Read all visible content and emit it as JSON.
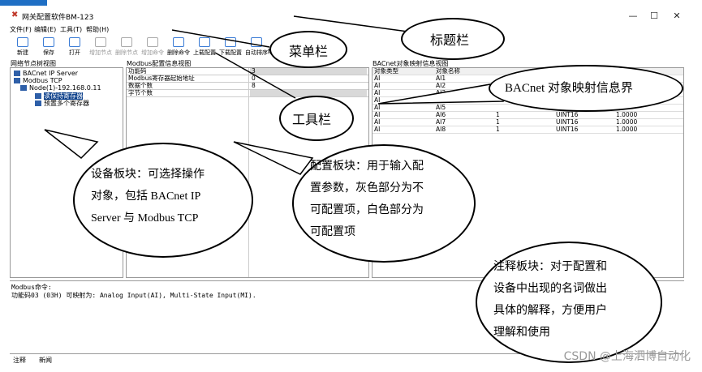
{
  "window": {
    "title": "网关配置软件BM-123",
    "minimize": "—",
    "maximize": "☐",
    "close": "✕"
  },
  "menu": [
    "文件(F)",
    "编辑(E)",
    "工具(T)",
    "帮助(H)"
  ],
  "toolbar": [
    "新建",
    "保存",
    "打开",
    "增加节点",
    "删除节点",
    "增加命令",
    "删除命令",
    "上载配置",
    "下载配置",
    "自动排序",
    "帮"
  ],
  "panels": {
    "tree_title": "网络节点树视图",
    "cfg_title": "Modbus配置信息视图",
    "bac_title": "BACnet对象映射信息视图"
  },
  "tree": [
    "BACnet IP Server",
    "Modbus TCP",
    "Node(1)-192.168.0.11",
    "读保持寄存器",
    "预置多个寄存器"
  ],
  "cfg_rows": [
    {
      "key": "功能码",
      "val": "3"
    },
    {
      "key": "Modbus寄存器起始地址",
      "val": "0"
    },
    {
      "key": "数据个数",
      "val": "8"
    },
    {
      "key": "字节个数",
      "val": ""
    }
  ],
  "bac": {
    "headers": [
      "对象类型",
      "对象名称"
    ],
    "rows": [
      [
        "AI",
        "AI1",
        "",
        "",
        ""
      ],
      [
        "AI",
        "AI2",
        "",
        "",
        ""
      ],
      [
        "AI",
        "AI3",
        "",
        "",
        ""
      ],
      [
        "AI",
        "AI4",
        "",
        "",
        ""
      ],
      [
        "AI",
        "AI5",
        "",
        "",
        ""
      ],
      [
        "AI",
        "AI6",
        "1",
        "UINT16",
        "1.0000"
      ],
      [
        "AI",
        "AI7",
        "1",
        "UINT16",
        "1.0000"
      ],
      [
        "AI",
        "AI8",
        "1",
        "UINT16",
        "1.0000"
      ]
    ]
  },
  "notes": {
    "title": "Modbus命令:",
    "text": "功能码03 (03H) 可映射为: Analog Input(AI), Multi-State Input(MI)."
  },
  "tabs": [
    "注释",
    "新闻"
  ],
  "callouts": {
    "menu": "菜单栏",
    "title": "标题栏",
    "bac": "BACnet  对象映射信息界",
    "toolbar": "工具栏",
    "device": "设备板块：可选择操作\n对象，包括 BACnet IP\nServer 与 Modbus TCP",
    "config": "配置板块：用于输入配\n置参数，灰色部分为不\n可配置项，白色部分为\n可配置项",
    "notes": "注释板块：对于配置和\n设备中出现的名词做出\n具体的解释，方便用户\n理解和使用"
  },
  "watermark": "CSDN @上海泗博自动化"
}
